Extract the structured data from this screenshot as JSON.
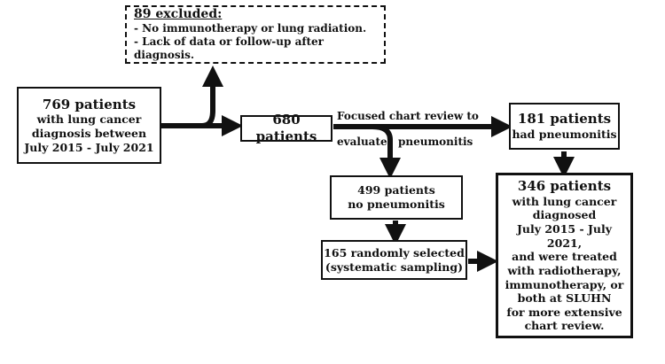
{
  "excluded": {
    "title": "89 excluded:",
    "lines": [
      "- No immunotherapy or lung radiation.",
      "- Lack of data or follow-up after diagnosis."
    ]
  },
  "initial": {
    "count": "769 patients",
    "lines": [
      "with lung cancer",
      "diagnosis between",
      "July 2015 - July 2021"
    ]
  },
  "reviewed": {
    "count": "680 patients"
  },
  "review_label": {
    "line1": "Focused chart review to",
    "line2_a": "evaluate",
    "line2_b": "pneumonitis"
  },
  "pneumonitis": {
    "count": "181 patients",
    "line": "had pneumonitis"
  },
  "no_pneumonitis": {
    "count": "499 patients",
    "line": "no pneumonitis"
  },
  "sampled": {
    "line1": "165 randomly selected",
    "line2": "(systematic sampling)"
  },
  "final": {
    "count": "346 patients",
    "lines": [
      "with lung cancer",
      "diagnosed",
      "July 2015 - July 2021,",
      "and were treated",
      "with radiotherapy,",
      "immunotherapy, or",
      "both at SLUHN",
      "for more extensive",
      "chart review."
    ]
  }
}
